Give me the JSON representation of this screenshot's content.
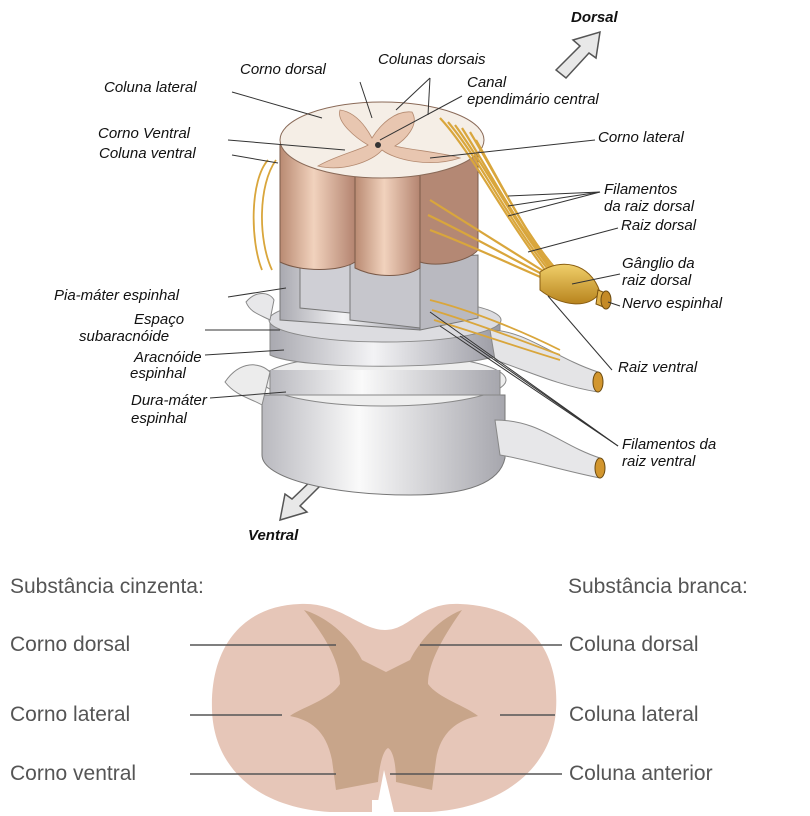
{
  "top_diagram": {
    "orientation": {
      "dorsal": "Dorsal",
      "ventral": "Ventral"
    },
    "labels": {
      "colunas_dorsais": "Colunas dorsais",
      "corno_dorsal": "Corno dorsal",
      "coluna_lateral": "Coluna lateral",
      "canal_1": "Canal",
      "canal_2": "ependimário central",
      "corno_ventral": "Corno Ventral",
      "coluna_ventral": "Coluna ventral",
      "corno_lateral": "Corno lateral",
      "fil_dorsal_1": "Filamentos",
      "fil_dorsal_2": "da raiz dorsal",
      "raiz_dorsal": "Raiz dorsal",
      "ganglio_1": "Gânglio da",
      "ganglio_2": "raiz dorsal",
      "nervo": "Nervo espinhal",
      "pia": "Pia-máter espinhal",
      "espaco_1": "Espaço",
      "espaco_2": "subaracnóide",
      "aracnoide_1": "Aracnóide",
      "aracnoide_2": "espinhal",
      "dura_1": "Dura-máter",
      "dura_2": "espinhal",
      "raiz_ventral": "Raiz ventral",
      "fil_ventral_1": "Filamentos da",
      "fil_ventral_2": "raiz ventral"
    }
  },
  "cross_section": {
    "gray_title": "Substância cinzenta:",
    "white_title": "Substância branca:",
    "left": [
      "Corno dorsal",
      "Corno lateral",
      "Corno ventral"
    ],
    "right": [
      "Coluna dorsal",
      "Coluna lateral",
      "Coluna anterior"
    ]
  },
  "colors": {
    "cord": "#e0b8a0",
    "gray_matter": "#c8a58a",
    "white_matter_section": "#e6c6b8",
    "root": "#d9a63c",
    "membrane": "#d6d6da"
  }
}
